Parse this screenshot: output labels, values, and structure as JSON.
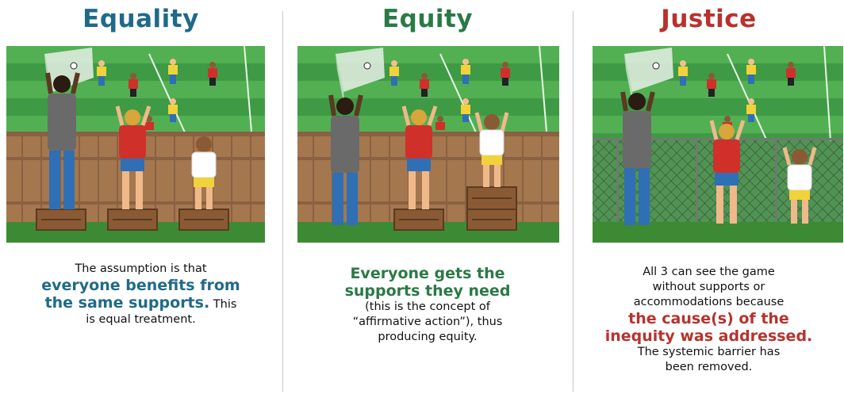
{
  "panels": [
    {
      "title": "Equality",
      "title_color": "#1f6a8a",
      "caption": {
        "line1": "The assumption is that",
        "highlight1": "everyone benefits from",
        "highlight2": "the same supports.",
        "tail": "This",
        "line_end": "is equal treatment."
      }
    },
    {
      "title": "Equity",
      "title_color": "#2a7a45",
      "caption": {
        "highlight1": "Everyone gets the",
        "highlight2": "supports they need",
        "line1": "(this is the concept of",
        "line2": "“affirmative action”), thus",
        "line3": "producing equity."
      }
    },
    {
      "title": "Justice",
      "title_color": "#b8322d",
      "caption": {
        "line1": "All 3 can see the game",
        "line2": "without supports or",
        "line3": "accommodations because",
        "highlight1": "the cause(s) of the",
        "highlight2": "inequity was addressed.",
        "line4": "The systemic barrier has",
        "line5": "been removed."
      }
    }
  ],
  "colors": {
    "grass_field": "#4aa54a",
    "fence_wood": "#a4774f",
    "chain_fence": "#6f8a6f",
    "crate": "#8a5a35"
  },
  "scene_elements": {
    "panel_1": [
      "soccer-field",
      "wooden-fence",
      "tall-person",
      "medium-person",
      "short-person",
      "crate",
      "crate",
      "crate"
    ],
    "panel_2": [
      "soccer-field",
      "wooden-fence",
      "tall-person",
      "medium-person",
      "short-person",
      "crate",
      "crate",
      "crate"
    ],
    "panel_3": [
      "soccer-field",
      "chain-link-fence",
      "tall-person",
      "medium-person",
      "short-person"
    ]
  }
}
